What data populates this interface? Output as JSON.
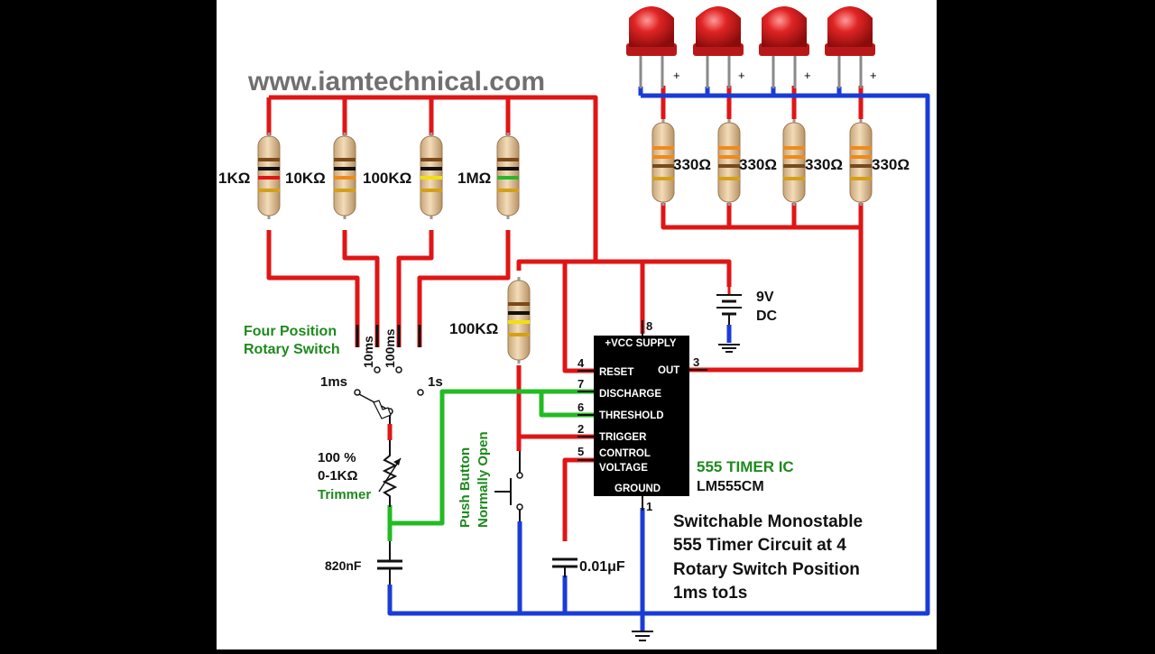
{
  "website": "www.iamtechnical.com",
  "colors": {
    "background": "#000000",
    "canvas": "#ffffff",
    "wire_vcc": "#e01515",
    "wire_ground": "#1a3cd6",
    "wire_timing": "#22bb22",
    "label_green": "#1e8a1e",
    "watermark": "#707070",
    "led": "#d42020"
  },
  "resistor_labels": [
    "1KΩ",
    "10KΩ",
    "100KΩ",
    "1MΩ"
  ],
  "led_resistor_labels": [
    "330Ω",
    "330Ω",
    "330Ω",
    "330Ω"
  ],
  "led_polarity": "+",
  "pullup_resistor_label": "100KΩ",
  "battery": {
    "line1": "9V",
    "line2": "DC"
  },
  "rotary_switch": {
    "title_line1": "Four Position",
    "title_line2": "Rotary Switch",
    "positions": [
      "1ms",
      "10ms",
      "100ms",
      "1s"
    ]
  },
  "trimmer": {
    "line1": "100 %",
    "line2": "0-1KΩ",
    "line3": "Trimmer"
  },
  "timing_capacitor": "820nF",
  "control_capacitor": "0.01μF",
  "push_button": {
    "line1": "Push Button",
    "line2": "Normally Open"
  },
  "ic": {
    "name": "555 TIMER IC",
    "part": "LM555CM",
    "pins": {
      "vcc": "+VCC SUPPLY",
      "reset": "RESET",
      "out": "OUT",
      "discharge": "DISCHARGE",
      "threshold": "THRESHOLD",
      "trigger": "TRIGGER",
      "control": "CONTROL",
      "voltage": "VOLTAGE",
      "ground": "GROUND"
    },
    "pin_numbers": {
      "vcc": "8",
      "reset": "4",
      "out": "3",
      "discharge": "7",
      "threshold": "6",
      "trigger": "2",
      "control": "5",
      "ground": "1"
    }
  },
  "description": {
    "line1": "Switchable Monostable",
    "line2": "555 Timer Circuit at 4",
    "line3": "Rotary Switch Position",
    "line4": "1ms to1s"
  }
}
